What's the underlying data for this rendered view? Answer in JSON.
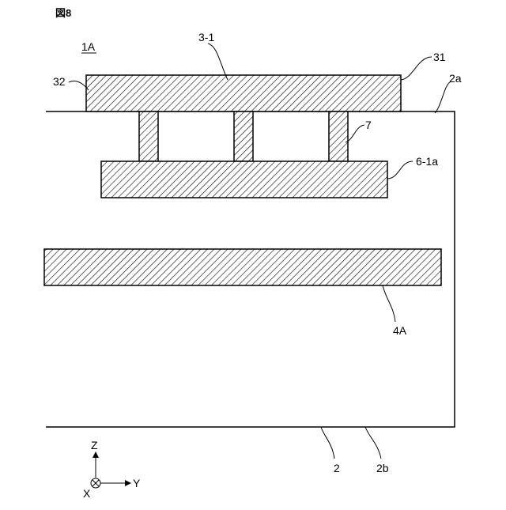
{
  "figure": {
    "number": "図8",
    "device_label": "1A"
  },
  "labels": {
    "electrode": "3-1",
    "electrode_top_face": "31",
    "electrode_side": "32",
    "substrate_top_face": "2a",
    "via": "7",
    "inner_electrode": "6-1a",
    "ground_layer": "4A",
    "substrate": "2",
    "substrate_bottom_face": "2b"
  },
  "axes": {
    "z": "Z",
    "x": "X",
    "y": "Y"
  },
  "colors": {
    "line": "#000000",
    "hatch": "#000000",
    "background": "#ffffff"
  }
}
